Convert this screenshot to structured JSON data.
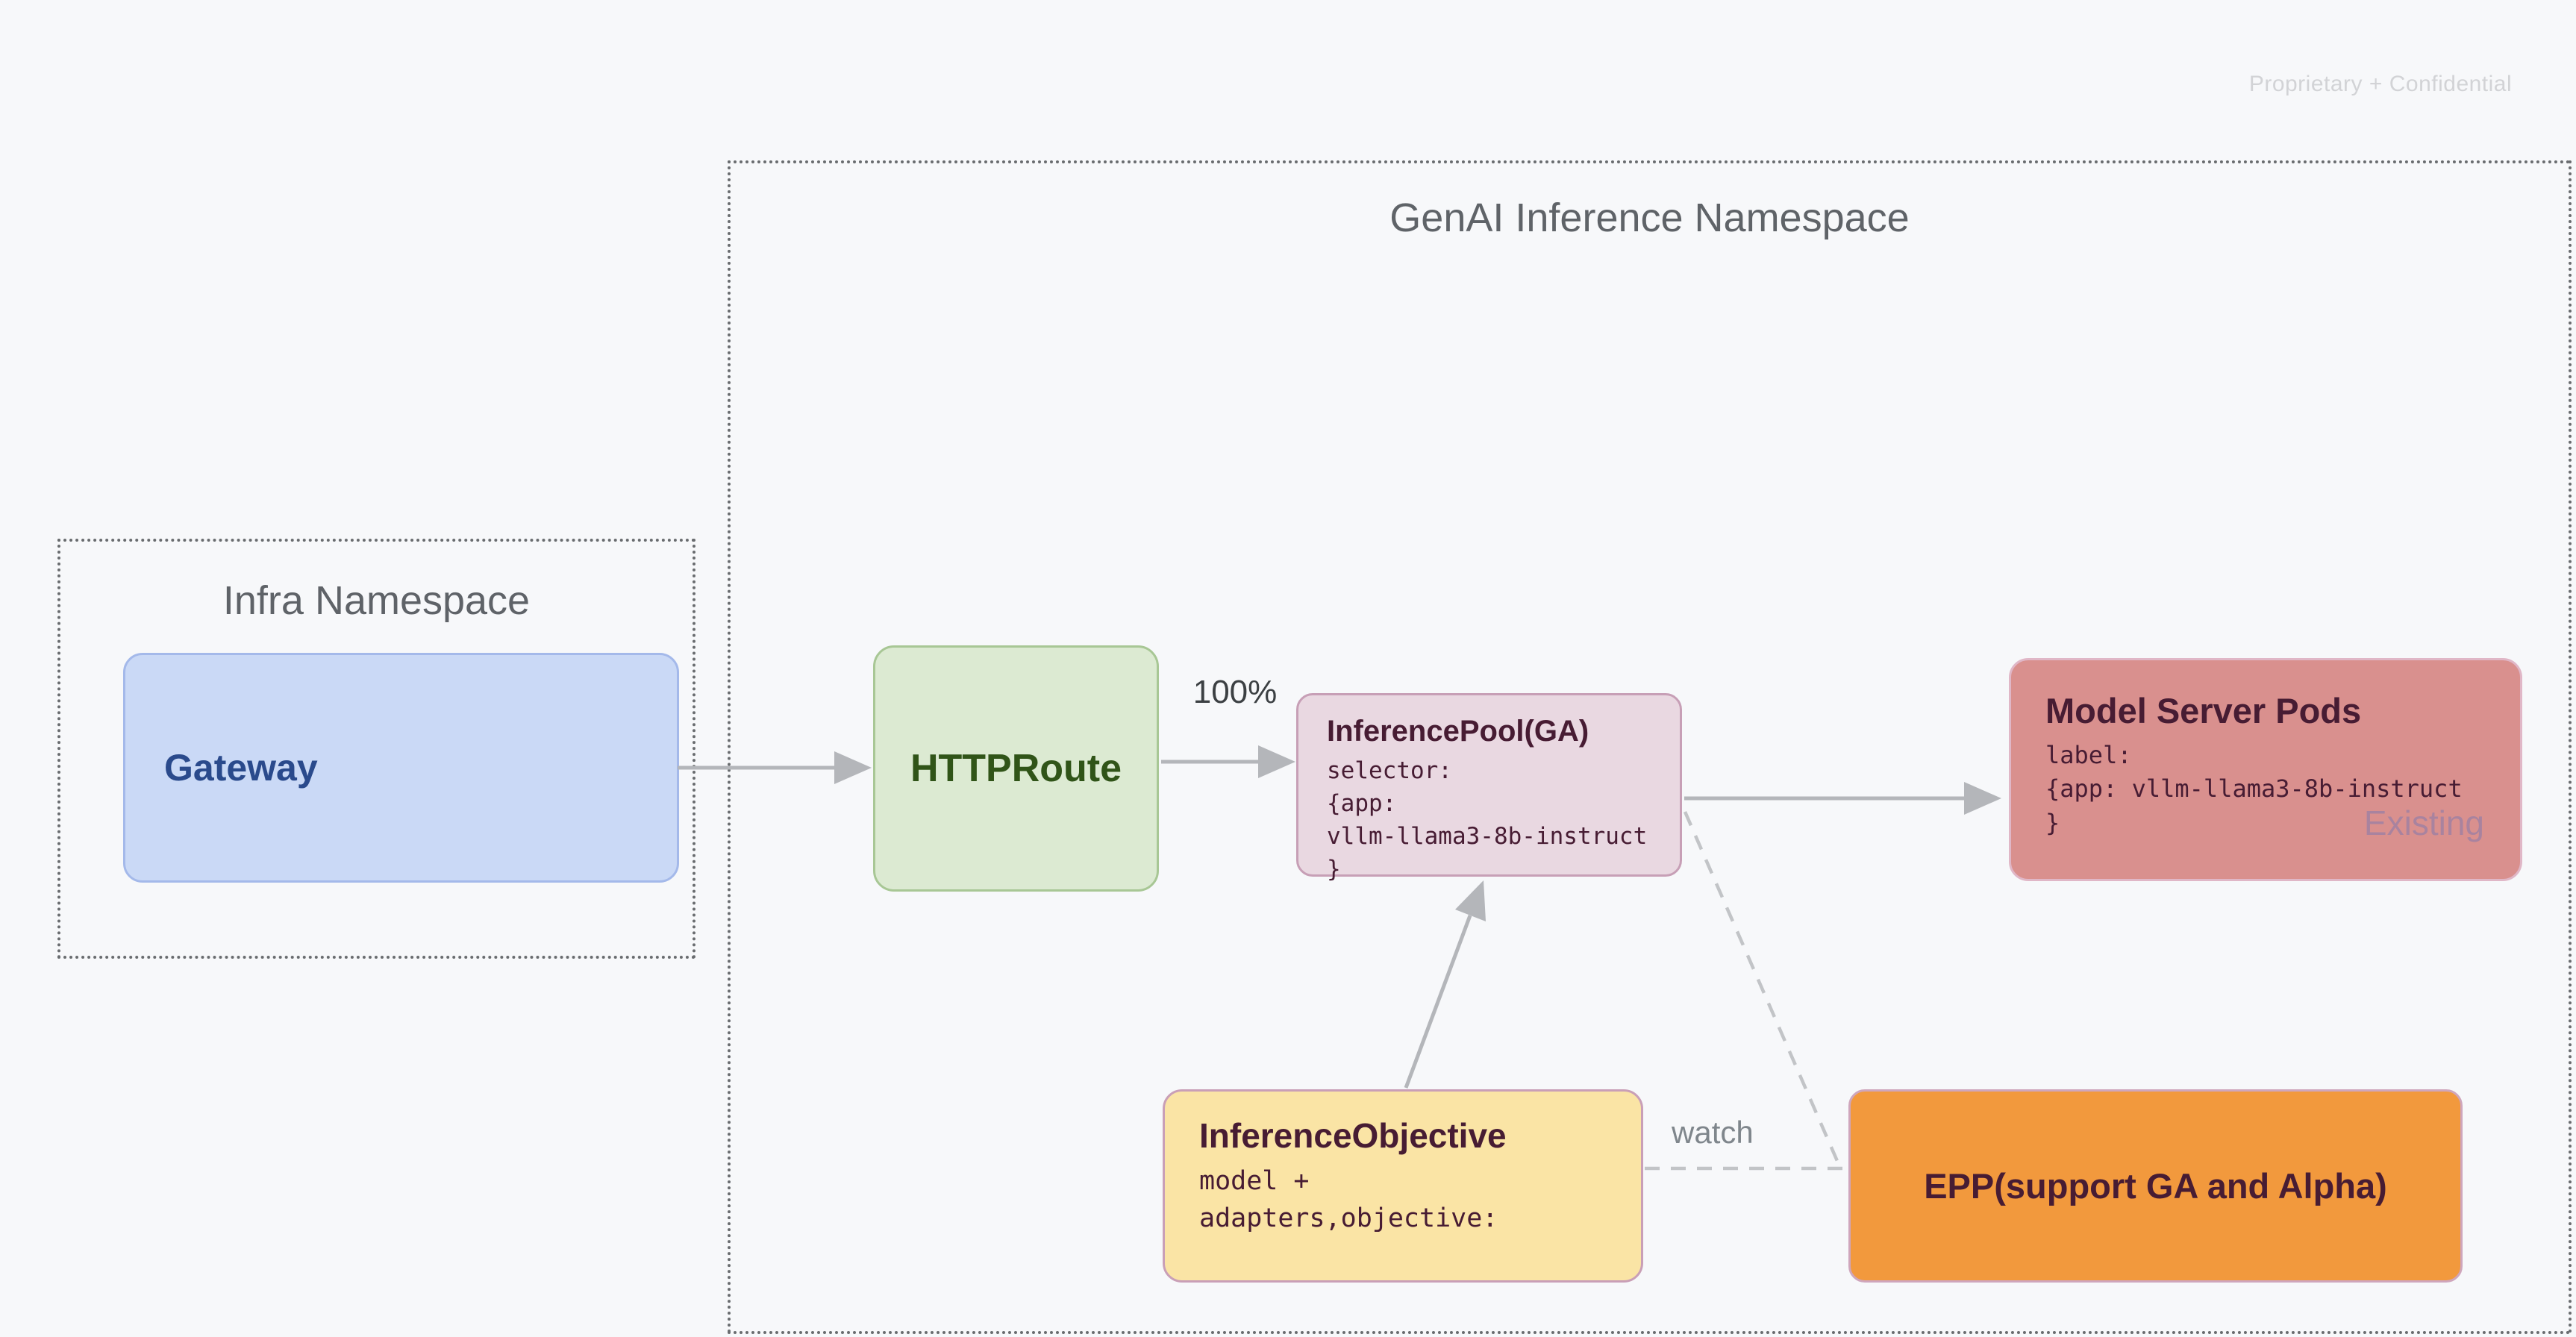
{
  "watermark": "Proprietary + Confidential",
  "colors": {
    "background": "#f7f8fa",
    "namespace_border": "#696c6f",
    "namespace_title": "#5f6368",
    "arrow_solid": "#b4b6ba",
    "arrow_dashed": "#c2c4c7"
  },
  "namespaces": {
    "genai": {
      "title": "GenAI Inference Namespace"
    },
    "infra": {
      "title": "Infra Namespace"
    }
  },
  "nodes": {
    "gateway": {
      "title": "Gateway",
      "fill": "#cad9f6",
      "border": "#a4b9ea",
      "text": "#2a4a8c"
    },
    "httproute": {
      "title": "HTTPRoute",
      "fill": "#dcead2",
      "border": "#a8c795",
      "text": "#305418"
    },
    "inference_pool": {
      "title": "InferencePool(GA)",
      "code": [
        "selector:",
        "{app:",
        "vllm-llama3-8b-instruct",
        "}"
      ],
      "fill": "#e9d8e1",
      "border": "#c79fb6",
      "text": "#471c33"
    },
    "model_server_pods": {
      "title": "Model Server Pods",
      "code": [
        "label:",
        "{app: vllm-llama3-8b-instruct",
        "}"
      ],
      "status": "Existing",
      "fill": "#d9908e",
      "border": "#e0b7c7",
      "text": "#471c33"
    },
    "inference_objective": {
      "title": "InferenceObjective",
      "code": [
        "model +",
        "adapters,objective:"
      ],
      "fill": "#fae4a5",
      "border": "#c99fb7",
      "text": "#471c33"
    },
    "epp": {
      "title": "EPP(support GA and Alpha)",
      "fill": "#f2993d",
      "border": "#cfa6bc",
      "text": "#471c33"
    }
  },
  "edges": {
    "httproute_to_pool_label": "100%",
    "objective_to_epp_label": "watch"
  }
}
